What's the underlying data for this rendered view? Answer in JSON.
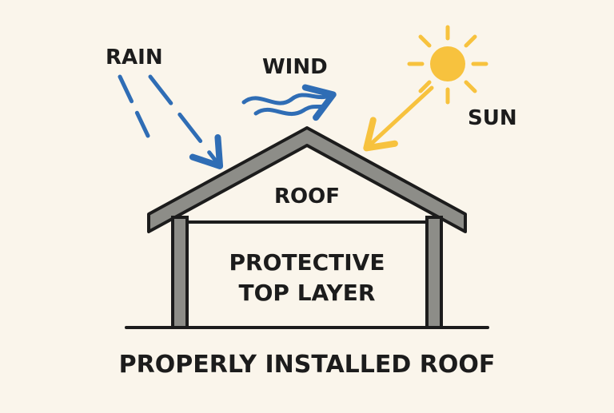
{
  "labels": {
    "rain": "RAIN",
    "wind": "WIND",
    "sun": "SUN",
    "roof": "ROOF",
    "wall_line1": "PROTECTIVE",
    "wall_line2": "TOP LAYER",
    "caption": "PROPERLY INSTALLED ROOF"
  },
  "icons": {
    "sun": "sun-icon",
    "rain": "rain-arrow-icon",
    "wind": "wind-arrow-icon"
  },
  "colors": {
    "background": "#faf5eb",
    "rain": "#2f6db5",
    "wind": "#2f6db5",
    "sun": "#f7c23e",
    "roof_fill": "#8d8d88",
    "outline": "#1c1c1c"
  }
}
